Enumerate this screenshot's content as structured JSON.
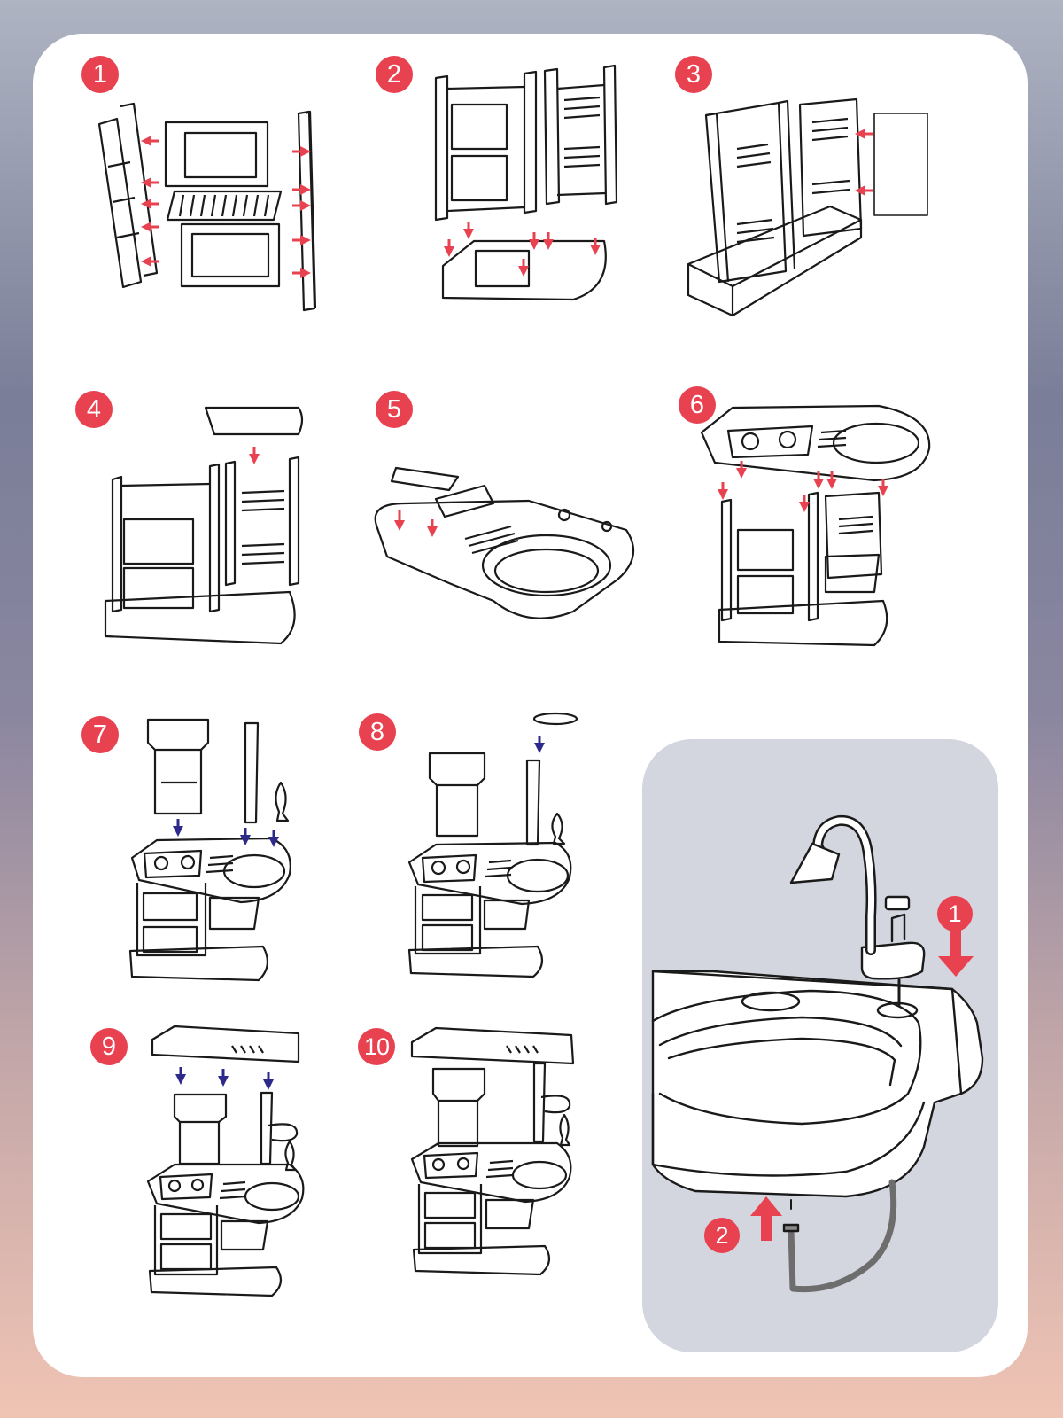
{
  "steps": [
    {
      "label": "1"
    },
    {
      "label": "2"
    },
    {
      "label": "3"
    },
    {
      "label": "4"
    },
    {
      "label": "5"
    },
    {
      "label": "6"
    },
    {
      "label": "7"
    },
    {
      "label": "8"
    },
    {
      "label": "9"
    },
    {
      "label": "10"
    }
  ],
  "faucet_steps": [
    {
      "label": "1"
    },
    {
      "label": "2"
    }
  ],
  "colors": {
    "badge": "#e8414f",
    "arrow_red": "#e8414f",
    "arrow_blue": "#2e2a8c",
    "line": "#1a1a1a",
    "inset_bg": "#d3d5df"
  }
}
